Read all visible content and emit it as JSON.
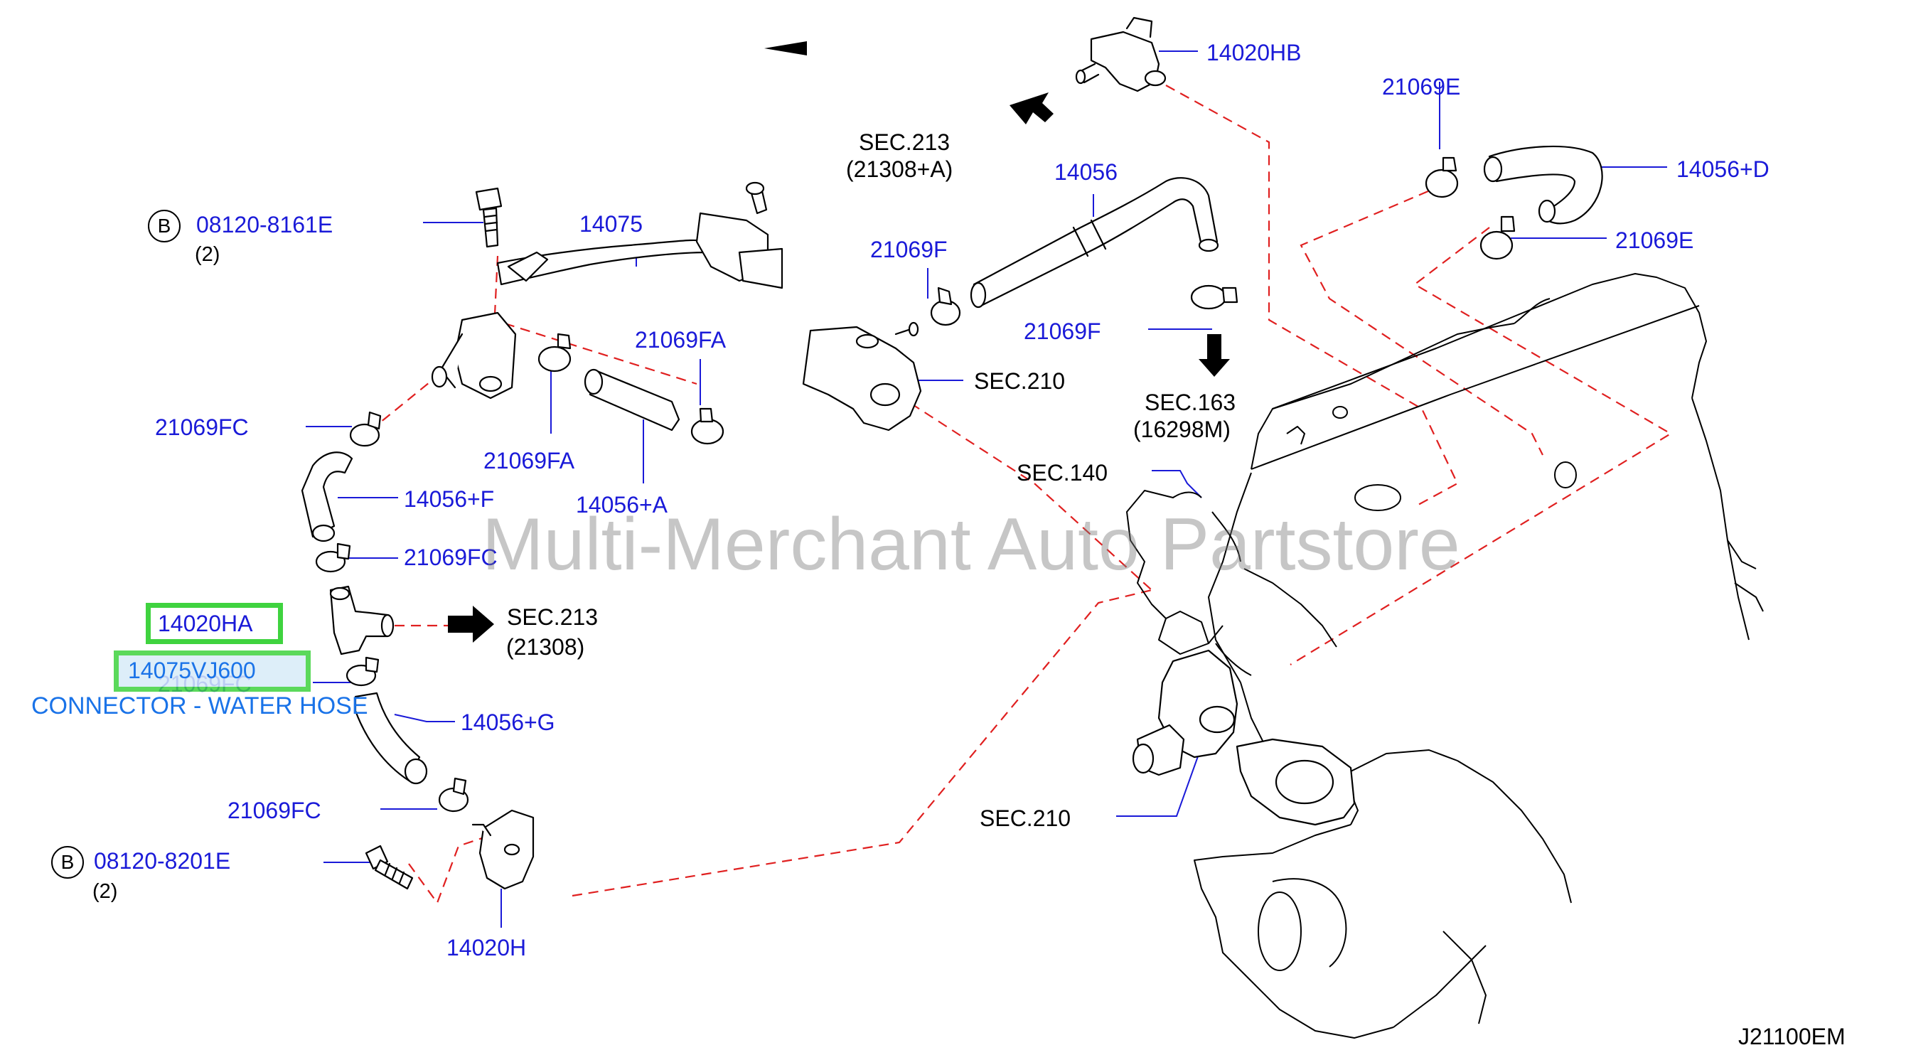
{
  "diagram": {
    "watermark": "Multi-Merchant Auto Partstore",
    "diagram_code": "J21100EM",
    "highlight": {
      "part_a": "14020HA",
      "part_b": "14075VJ600",
      "description": "CONNECTOR - WATER HOSE"
    },
    "bolt_marker": "B",
    "labels": {
      "p14020HB": "14020HB",
      "p21069E_top": "21069E",
      "p14056D": "14056+D",
      "p21069E_right": "21069E",
      "sec213_top": "SEC.213",
      "sec213_top_sub": "(21308+A)",
      "p14056": "14056",
      "bolt1": "08120-8161E",
      "bolt1_qty": "(2)",
      "p14075": "14075",
      "p21069F_left": "21069F",
      "p21069FA_right": "21069FA",
      "p21069F_right": "21069F",
      "sec210_mid": "SEC.210",
      "sec163": "SEC.163",
      "sec163_sub": "(16298M)",
      "p21069FC_1": "21069FC",
      "p21069FA_left": "21069FA",
      "sec140": "SEC.140",
      "p14056F": "14056+F",
      "p14056A": "14056+A",
      "p21069FC_2": "21069FC",
      "sec213_bottom": "SEC.213",
      "sec213_bottom_sub": "(21308)",
      "p21069FC_3": "21069FC",
      "p14056G": "14056+G",
      "p21069FC_4": "21069FC",
      "bolt2": "08120-8201E",
      "bolt2_qty": "(2)",
      "sec210_bottom": "SEC.210",
      "p14020H": "14020H"
    }
  },
  "colors": {
    "part_number": "#1a1ad8",
    "section_ref": "#000000",
    "leader_dashed": "#e02020",
    "callout_line": "#1a1ad8",
    "highlight_border": "#3fd33f",
    "watermark": "#8a8a8a",
    "description": "#1a73e8"
  }
}
